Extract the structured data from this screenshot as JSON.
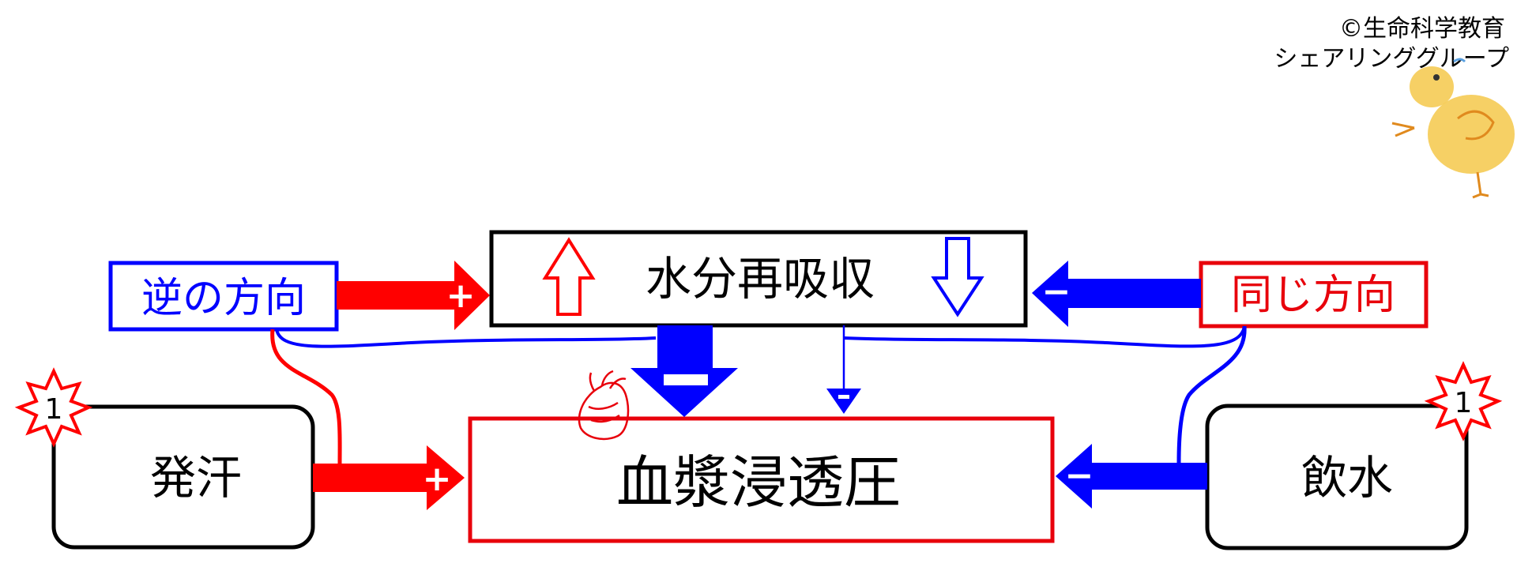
{
  "copyright": {
    "line1": "©生命科学教育",
    "line2": "シェアリンググループ"
  },
  "boxes": {
    "reabsorption": "水分再吸収",
    "plasma_osmotic": "血漿浸透圧",
    "sweating": "発汗",
    "drinking": "飲水",
    "opposite_direction": "逆の方向",
    "same_direction": "同じ方向"
  },
  "badges": {
    "left": "1",
    "right": "1"
  },
  "signs": {
    "plus": "+",
    "minus": "−"
  },
  "colors": {
    "red": "#ff0000",
    "blue": "#0000ff",
    "black": "#000000",
    "box_red": "#e8000b"
  },
  "icons": [
    "heart-icon",
    "chick-mascot",
    "starburst-badge",
    "up-arrow-icon",
    "down-arrow-icon"
  ]
}
